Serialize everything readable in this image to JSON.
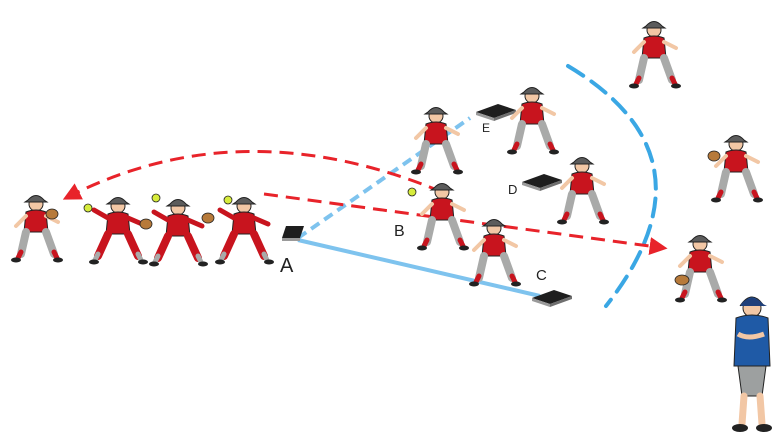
{
  "diagram": {
    "labels": {
      "a": "A",
      "b": "B",
      "c": "C",
      "d": "D",
      "e": "E"
    },
    "colors": {
      "uniform_red": "#c8141e",
      "pants_gray": "#a9aaa9",
      "glove": "#b77a3a",
      "ball": "#d7ec3c",
      "base_path_blue": "#7ec3ee",
      "arc_blue": "#3aa7e4",
      "throw_arrow_red": "#e8232a",
      "coach_blue": "#1f5aa6"
    },
    "icons": {
      "player": "softball-player-icon",
      "base": "base-icon",
      "coach": "coach-icon"
    }
  }
}
